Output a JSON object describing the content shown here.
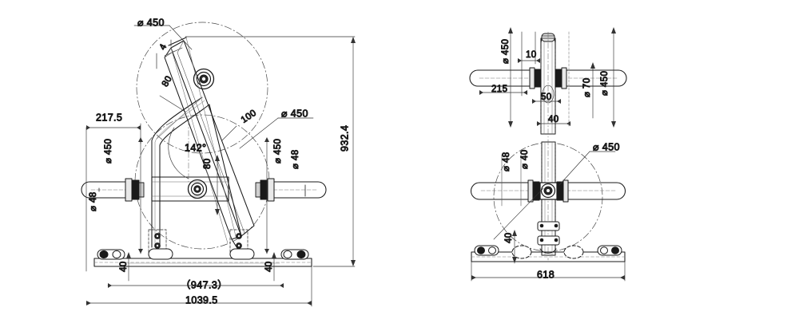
{
  "drawing": {
    "type": "engineering-dimensioned-drawing",
    "subject": "bike-rack-frame-assembly",
    "line_color": "#1a1a1a",
    "background_color": "#ffffff",
    "diameter_symbol": "⌀",
    "degree_symbol": "°"
  },
  "views": {
    "front": {
      "name": "front-elevation-view",
      "labels": {
        "top_wheel_dia": "⌀ 450",
        "top_small_tick": "4",
        "upper_arc_radius": "80",
        "mid_wheel_dia": "⌀ 450",
        "mid_leader_100": "100",
        "angle": "142°",
        "center_offset_80": "80",
        "left_offset_217_5": "217.5",
        "left_bar_dia_450": "⌀ 450",
        "left_bar_dia_48": "⌀ 48",
        "right_bar_dia_450": "⌀ 450",
        "right_bar_dia_48": "⌀ 48",
        "overall_height": "932.4",
        "foot_left_40": "40",
        "foot_right_40": "40",
        "inner_width_ref": "（947.3）",
        "overall_width": "1039.5"
      }
    },
    "side_top": {
      "name": "side-view-upper-detail",
      "labels": {
        "left_dia_450": "⌀ 450",
        "gap_10": "10",
        "bar_length_215": "215",
        "column_width_50": "50",
        "column_width_40": "40",
        "hub_dia_70": "⌀ 70",
        "right_dia_450": "⌀ 450"
      }
    },
    "side_bottom": {
      "name": "side-view-lower-detail",
      "labels": {
        "wheel_dia_450": "⌀ 450",
        "bar_dia_48": "⌀ 48",
        "hub_dia_40": "⌀ 40",
        "foot_height_40": "40",
        "base_width_618": "618"
      }
    }
  }
}
